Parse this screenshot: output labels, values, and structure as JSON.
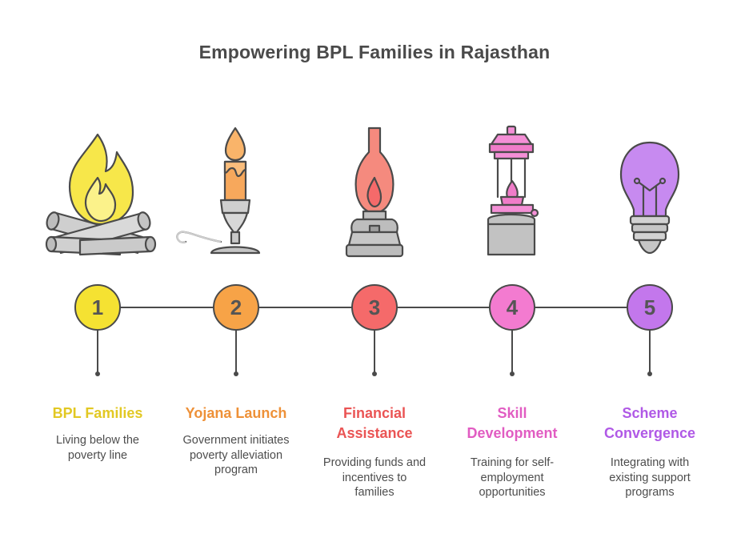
{
  "title": "Empowering BPL Families in Rajasthan",
  "steps": [
    {
      "number": "1",
      "icon": "campfire-icon",
      "color": "#f5e232",
      "title_color": "#e2c823",
      "title_lines": [
        "BPL Families"
      ],
      "desc_lines": [
        "Living below the",
        "poverty line"
      ]
    },
    {
      "number": "2",
      "icon": "candle-icon",
      "color": "#f7a347",
      "title_color": "#ee9138",
      "title_lines": [
        "Yojana Launch"
      ],
      "desc_lines": [
        "Government initiates",
        "poverty alleviation",
        "program"
      ]
    },
    {
      "number": "3",
      "icon": "oil-lamp-icon",
      "color": "#f56a6a",
      "title_color": "#ea5454",
      "title_lines": [
        "Financial",
        "Assistance"
      ],
      "desc_lines": [
        "Providing funds and",
        "incentives to",
        "families"
      ]
    },
    {
      "number": "4",
      "icon": "lantern-icon",
      "color": "#f37bd0",
      "title_color": "#e15cc2",
      "title_lines": [
        "Skill",
        "Development"
      ],
      "desc_lines": [
        "Training for self-",
        "employment",
        "opportunities"
      ]
    },
    {
      "number": "5",
      "icon": "light-bulb-icon",
      "color": "#c377ec",
      "title_color": "#b059e6",
      "title_lines": [
        "Scheme",
        "Convergence"
      ],
      "desc_lines": [
        "Integrating with",
        "existing support",
        "programs"
      ]
    }
  ]
}
